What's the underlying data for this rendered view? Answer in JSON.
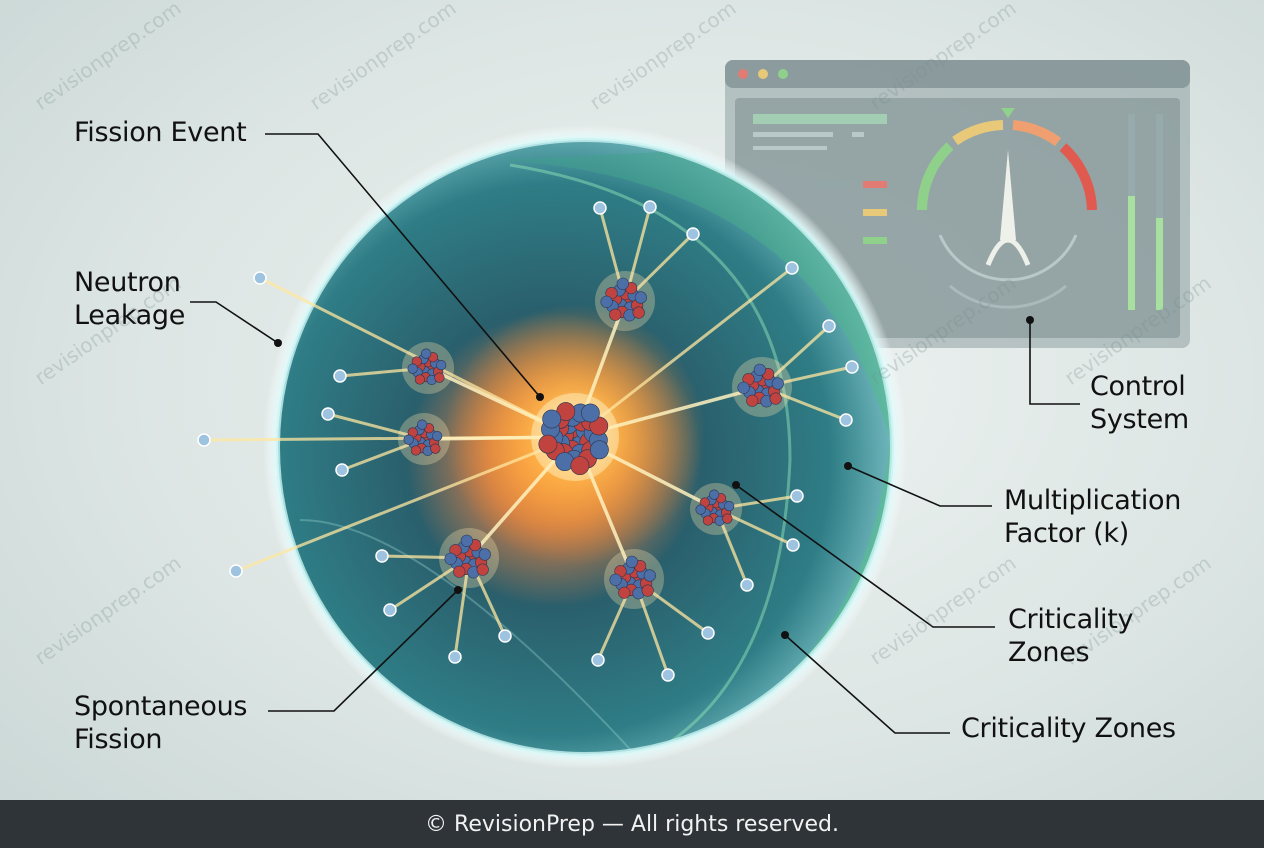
{
  "labels": {
    "fission_event": "Fission Event",
    "neutron_leakage": "Neutron\nLeakage",
    "control_system": "Control\nSystem",
    "multiplication_factor": "Multiplication\nFactor (k)",
    "criticality_zones_a": "Criticality\nZones",
    "criticality_zones_b": "Criticality Zones",
    "spontaneous_fission": "Spontaneous\nFission"
  },
  "footer": {
    "text": "© RevisionPrep — All rights reserved."
  },
  "watermark": {
    "text": "revisionprep.com"
  },
  "colors": {
    "core_glow": "#ffb347",
    "sphere_teal": "#2f7d86",
    "zone_green": "#5cc98a",
    "nucleus_red": "#c0433f",
    "nucleus_blue": "#4d6fa8",
    "gauge_green": "#8fd18a",
    "gauge_yellow": "#e8c97a",
    "gauge_red": "#e05a4f"
  },
  "icons": [
    "nucleus-icon",
    "neutron-icon",
    "gauge-icon",
    "window-controls-icon"
  ]
}
